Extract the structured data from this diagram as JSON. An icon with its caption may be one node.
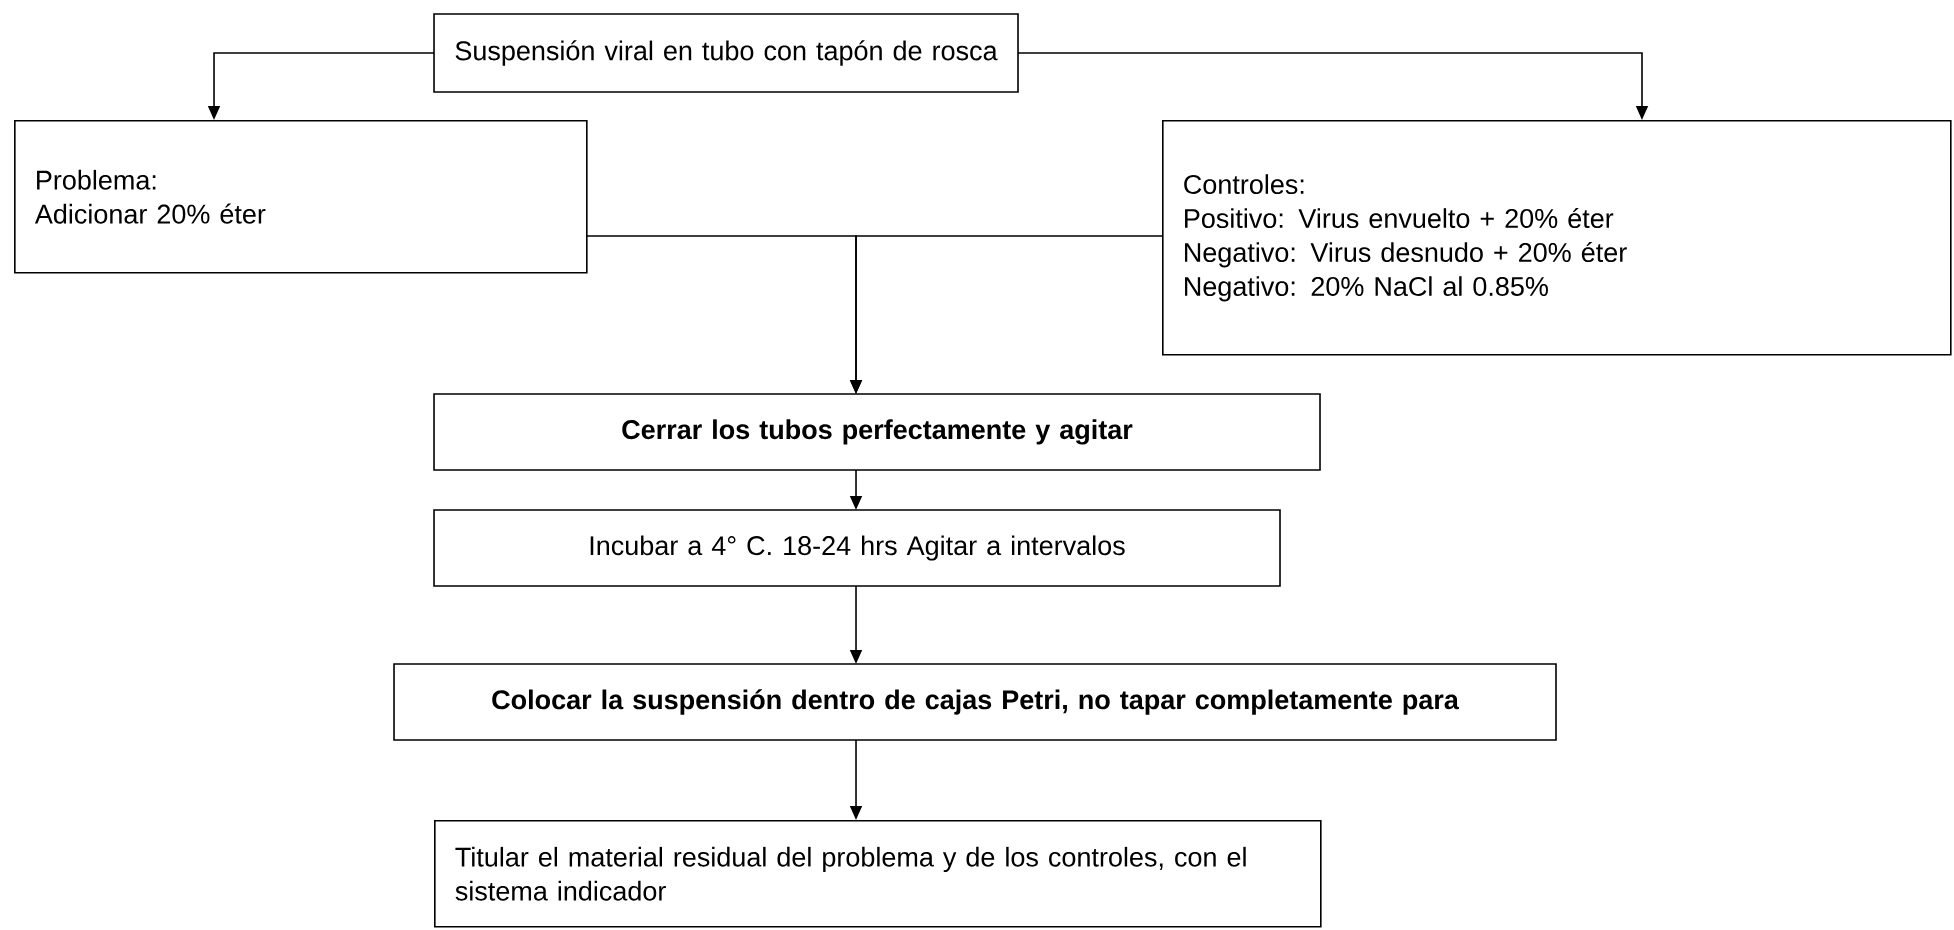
{
  "diagram": {
    "nodes": [
      {
        "text": [
          "Suspensión viral en tubo con tapón de rosca"
        ]
      },
      {
        "text": [
          "Problema:",
          "Adicionar 20% éter"
        ]
      },
      {
        "text": [
          "Controles:",
          "Positivo: Virus envuelto + 20% éter",
          "Negativo: Virus desnudo + 20% éter",
          "Negativo: 20% NaCl al 0.85%"
        ]
      },
      {
        "text": [
          "Cerrar los tubos perfectamente y agitar"
        ]
      },
      {
        "text": [
          "Incubar a 4° C. 18-24 hrs Agitar a intervalos"
        ]
      },
      {
        "text": [
          "Colocar la suspensión dentro de cajas Petri, no tapar completamente para"
        ]
      },
      {
        "text": [
          "Titular el material residual del problema y de los controles, con el sistema indicador"
        ]
      }
    ],
    "edges": [
      {
        "from": 0,
        "to": 1,
        "arrow": "to"
      },
      {
        "from": 0,
        "to": 2,
        "arrow": "to"
      },
      {
        "from": 1,
        "to": 3,
        "arrow": "to"
      },
      {
        "from": 2,
        "to": 3,
        "arrow": "to"
      },
      {
        "from": 3,
        "to": 4,
        "arrow": "to"
      },
      {
        "from": 4,
        "to": 5,
        "arrow": "to"
      },
      {
        "from": 5,
        "to": 6,
        "arrow": "to"
      }
    ]
  }
}
